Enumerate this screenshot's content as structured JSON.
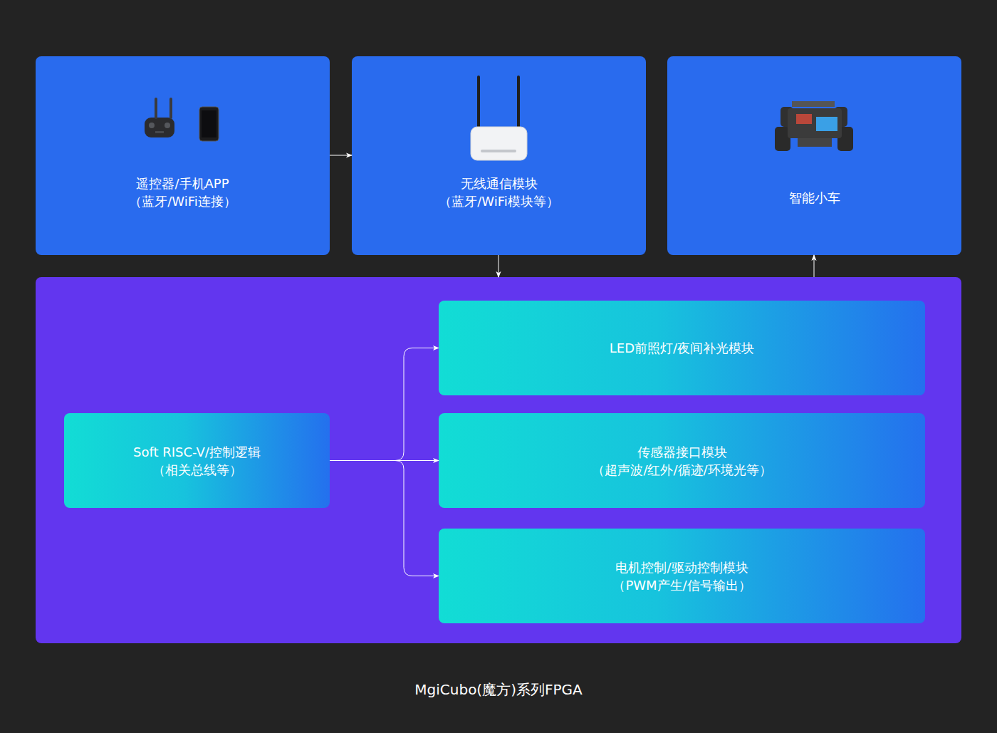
{
  "diagram": {
    "caption": "MgiCubo(魔方)系列FPGA",
    "nodes": [
      {
        "text": [
          "遥控器/手机APP",
          "（蓝牙/WiFi连接）"
        ]
      },
      {
        "text": [
          "无线通信模块",
          "（蓝牙/WiFi模块等）"
        ]
      },
      {
        "text": [
          "智能小车"
        ]
      },
      {
        "text": [
          "MgiCubo(魔方)系列FPGA"
        ]
      },
      {
        "text": [
          "Soft RISC-V/控制逻辑",
          "（相关总线等）"
        ],
        "in": 3
      },
      {
        "text": [
          "LED前照灯/夜间补光模块"
        ],
        "in": 3
      },
      {
        "text": [
          "传感器接口模块",
          "（超声波/红外/循迹/环境光等）"
        ],
        "in": 3
      },
      {
        "text": [
          "电机控制/驱动控制模块",
          "（PWM产生/信号输出）"
        ],
        "in": 3
      }
    ],
    "edges": [
      {
        "from": 0,
        "to": 1,
        "arrow": "to"
      },
      {
        "from": 1,
        "to": 3,
        "arrow": "to"
      },
      {
        "from": 3,
        "to": 2,
        "arrow": "to"
      },
      {
        "from": 4,
        "to": 5,
        "arrow": "to"
      },
      {
        "from": 4,
        "to": 6,
        "arrow": "to"
      },
      {
        "from": 4,
        "to": 7,
        "arrow": "to"
      }
    ]
  }
}
